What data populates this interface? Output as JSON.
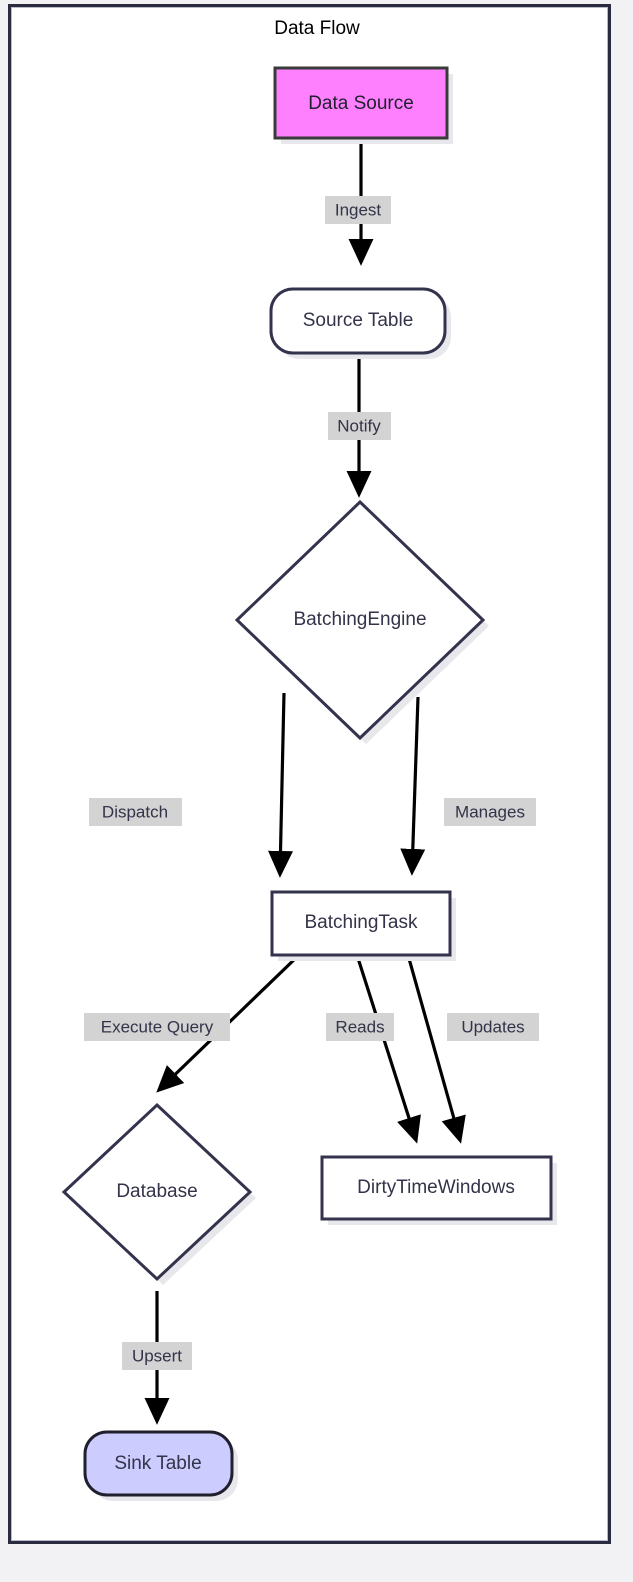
{
  "diagram": {
    "title": "Data Flow",
    "type": "flowchart",
    "direction": "top-down",
    "colors": {
      "canvas": "#ffffff",
      "page": "#f2f2f5",
      "frame_border": "#2b2b40",
      "node_stroke": "#33334d",
      "node_fill": "#ffffff",
      "node_text": "#333349",
      "edge_stroke": "#000000",
      "edge_label_bg": "#d3d3d3",
      "source_fill": "#ff80ff",
      "source_stroke": "#3a3a3a",
      "sink_fill": "#ccccff",
      "sink_stroke": "#1f1f2e",
      "shadow": "#e8e8ec"
    },
    "nodes": [
      {
        "id": "data-source",
        "label": "Data Source",
        "shape": "rect",
        "fill": "#ff80ff"
      },
      {
        "id": "source-table",
        "label": "Source Table",
        "shape": "stadium",
        "fill": "#ffffff"
      },
      {
        "id": "batching-engine",
        "label": "BatchingEngine",
        "shape": "diamond",
        "fill": "#ffffff"
      },
      {
        "id": "batching-task",
        "label": "BatchingTask",
        "shape": "rect",
        "fill": "#ffffff"
      },
      {
        "id": "database",
        "label": "Database",
        "shape": "diamond",
        "fill": "#ffffff"
      },
      {
        "id": "dirty-time-windows",
        "label": "DirtyTimeWindows",
        "shape": "rect",
        "fill": "#ffffff"
      },
      {
        "id": "sink-table",
        "label": "Sink Table",
        "shape": "stadium",
        "fill": "#ccccff"
      }
    ],
    "edges": [
      {
        "id": "e1",
        "from": "data-source",
        "to": "source-table",
        "label": "Ingest"
      },
      {
        "id": "e2",
        "from": "source-table",
        "to": "batching-engine",
        "label": "Notify"
      },
      {
        "id": "e3",
        "from": "batching-engine",
        "to": "batching-task",
        "label": "Dispatch"
      },
      {
        "id": "e4",
        "from": "batching-engine",
        "to": "batching-task",
        "label": "Manages"
      },
      {
        "id": "e5",
        "from": "batching-task",
        "to": "database",
        "label": "Execute Query"
      },
      {
        "id": "e6",
        "from": "batching-task",
        "to": "dirty-time-windows",
        "label": "Reads"
      },
      {
        "id": "e7",
        "from": "batching-task",
        "to": "dirty-time-windows",
        "label": "Updates"
      },
      {
        "id": "e8",
        "from": "database",
        "to": "sink-table",
        "label": "Upsert"
      }
    ]
  }
}
